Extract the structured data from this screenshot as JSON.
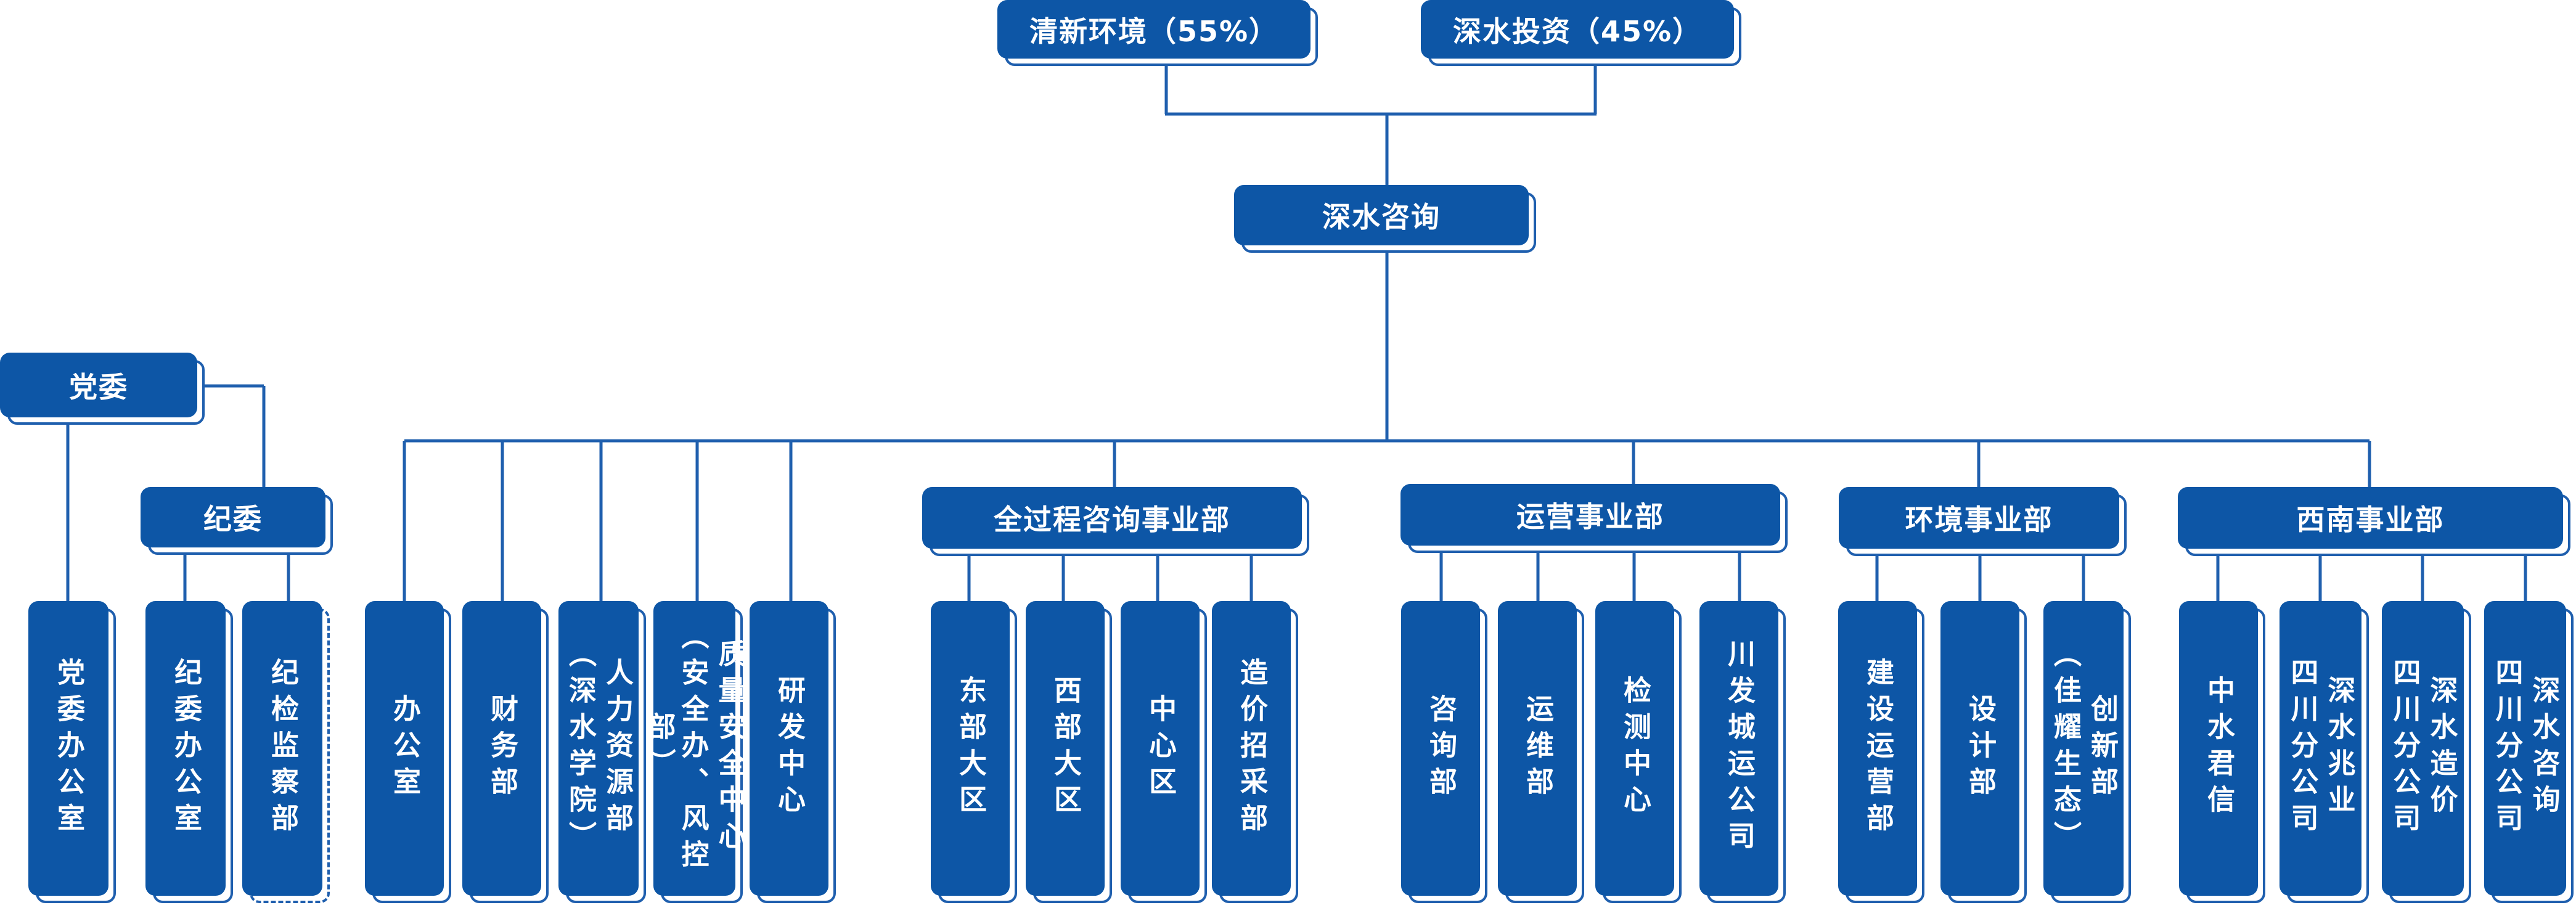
{
  "colors": {
    "box_fill": "#0d56a6",
    "line": "#1f5fae",
    "text": "#ffffff",
    "background": "#ffffff"
  },
  "shareholders": [
    {
      "id": "qingxin",
      "label": "清新环境（55%）"
    },
    {
      "id": "shenshui_tz",
      "label": "深水投资（45%）"
    }
  ],
  "company": {
    "label": "深水咨询"
  },
  "party": {
    "committee": {
      "label": "党委"
    },
    "discipline": {
      "label": "纪委"
    },
    "offices": [
      {
        "id": "party_office",
        "cols": [
          "党委办公室"
        ]
      },
      {
        "id": "discipline_office",
        "cols": [
          "纪委办公室"
        ]
      },
      {
        "id": "discipline_inspection",
        "cols": [
          "纪检监察部"
        ]
      }
    ]
  },
  "departments": [
    {
      "id": "office",
      "cols": [
        "办公室"
      ]
    },
    {
      "id": "finance",
      "cols": [
        "财务部"
      ]
    },
    {
      "id": "hr",
      "cols": [
        "人力资源部",
        "（深水学院）"
      ]
    },
    {
      "id": "quality",
      "cols": [
        "质量安全中心",
        "（安全办、风控部）"
      ]
    },
    {
      "id": "rd",
      "cols": [
        "研发中心"
      ]
    }
  ],
  "divisions": [
    {
      "id": "div_full",
      "label": "全过程咨询事业部",
      "units": [
        {
          "id": "east",
          "cols": [
            "东部大区"
          ]
        },
        {
          "id": "west",
          "cols": [
            "西部大区"
          ]
        },
        {
          "id": "center",
          "cols": [
            "中心区"
          ]
        },
        {
          "id": "cost",
          "cols": [
            "造价招采部"
          ]
        }
      ]
    },
    {
      "id": "div_ops",
      "label": "运营事业部",
      "units": [
        {
          "id": "consult",
          "cols": [
            "咨询部"
          ]
        },
        {
          "id": "maint",
          "cols": [
            "运维部"
          ]
        },
        {
          "id": "test",
          "cols": [
            "检测中心"
          ]
        },
        {
          "id": "chuanfa",
          "cols": [
            "川发城运公司"
          ]
        }
      ]
    },
    {
      "id": "div_env",
      "label": "环境事业部",
      "units": [
        {
          "id": "construct",
          "cols": [
            "建设运营部"
          ]
        },
        {
          "id": "design",
          "cols": [
            "设计部"
          ]
        },
        {
          "id": "innov",
          "cols": [
            "创新部",
            "（佳耀生态）"
          ]
        }
      ]
    },
    {
      "id": "div_sw",
      "label": "西南事业部",
      "units": [
        {
          "id": "zsjx",
          "cols": [
            "中水君信"
          ]
        },
        {
          "id": "sszy",
          "cols": [
            "深水兆业",
            "四川分公司"
          ]
        },
        {
          "id": "sszj",
          "cols": [
            "深水造价",
            "四川分公司"
          ]
        },
        {
          "id": "sszx",
          "cols": [
            "深水咨询",
            "四川分公司"
          ]
        }
      ]
    }
  ]
}
